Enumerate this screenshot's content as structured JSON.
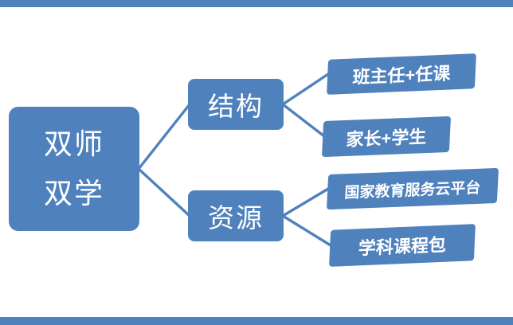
{
  "diagram": {
    "type": "mindmap-tree",
    "root": {
      "line1": "双师",
      "line2": "双学"
    },
    "branches": [
      {
        "label": "结构",
        "children": [
          {
            "label": "班主任+任课"
          },
          {
            "label": "家长+学生"
          }
        ]
      },
      {
        "label": "资源",
        "children": [
          {
            "label": "国家教育服务云平台"
          },
          {
            "label": "学科课程包"
          }
        ]
      }
    ],
    "colors": {
      "node_fill": "#4f81bd",
      "connector": "#4f81bd",
      "edge_bar": "#4f81bd",
      "text": "#ffffff",
      "background": "#ffffff"
    }
  }
}
